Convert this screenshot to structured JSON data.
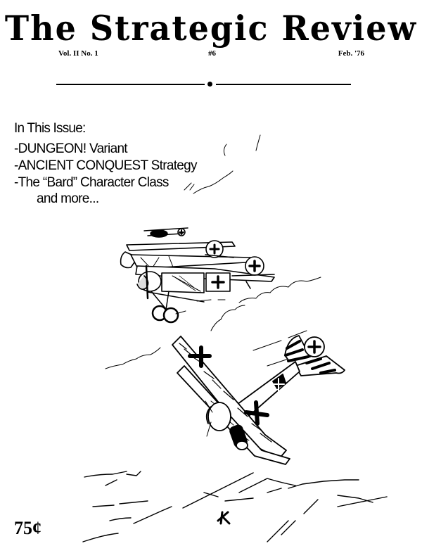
{
  "masthead": {
    "title": "The Strategic Review",
    "volume": "Vol. II No. 1",
    "issue_number": "#6",
    "date": "Feb. '76"
  },
  "contents": {
    "heading": "In This Issue:",
    "items": [
      "-DUNGEON! Variant",
      "-ANCIENT CONQUEST Strategy",
      "-The “Bard” Character Class"
    ],
    "more": "and more..."
  },
  "illustration": {
    "subject": "WWI biplanes with iron-cross insignia in flight over hilly landscape",
    "colors": {
      "ink": "#000000",
      "paper": "#ffffff"
    }
  },
  "price": "75¢"
}
